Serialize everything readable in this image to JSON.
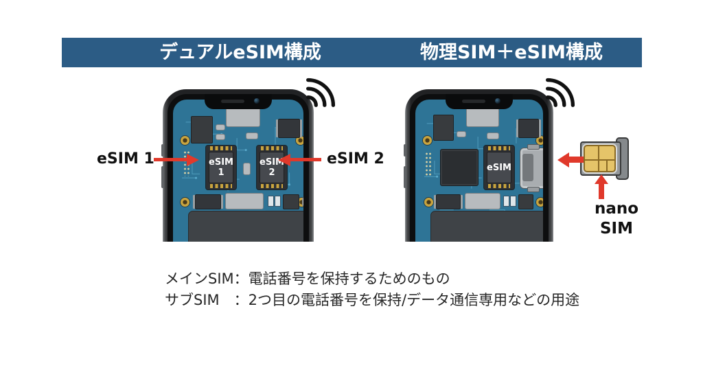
{
  "colors": {
    "header_bg": "#2c5c85",
    "arrow_red": "#e0392b",
    "pcb_blue": "#2e7496",
    "sim_gold": "#e5c469"
  },
  "header": {
    "left_title": "デュアルeSIM構成",
    "right_title": "物理SIM＋eSIM構成"
  },
  "left_phone": {
    "chip1": {
      "line1": "eSIM",
      "line2": "1"
    },
    "chip2": {
      "line1": "eSIM",
      "line2": "2"
    },
    "callout_left": "eSIM 1",
    "callout_right": "eSIM 2"
  },
  "right_phone": {
    "chip_label": "eSIM",
    "nano_sim": {
      "line1": "nano",
      "line2": "SIM"
    }
  },
  "notes": {
    "line1": "メインSIM：電話番号を保持するためのもの",
    "line2": "サブSIM　：2つ目の電話番号を保持/データ通信専用などの用途"
  }
}
